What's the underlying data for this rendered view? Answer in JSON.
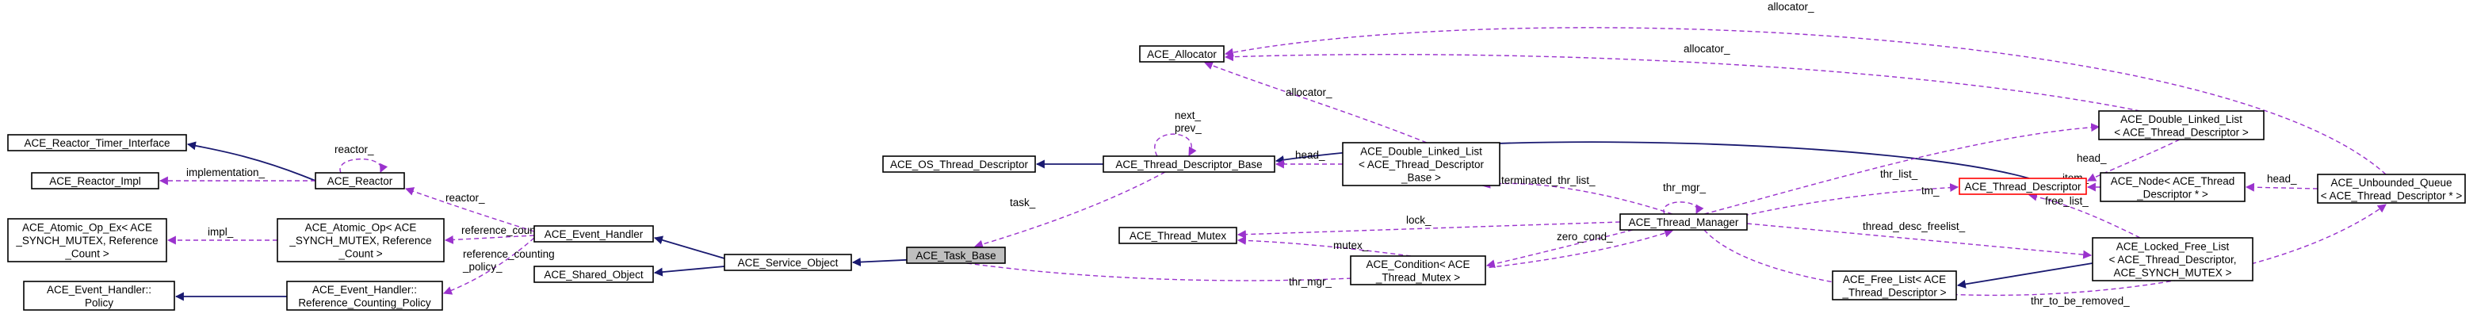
{
  "colors": {
    "inheritance_edge": "#191970",
    "usage_edge": "#9a32cd",
    "focus_node_fill": "#bfbfbf",
    "highlight_border": "#ff0000",
    "node_border": "#000000"
  },
  "nodes": {
    "task_base": [
      "ACE_Task_Base"
    ],
    "service_object": [
      "ACE_Service_Object"
    ],
    "event_handler": [
      "ACE_Event_Handler"
    ],
    "shared_object": [
      "ACE_Shared_Object"
    ],
    "reactor": [
      "ACE_Reactor"
    ],
    "reactor_timer_interface": [
      "ACE_Reactor_Timer_Interface"
    ],
    "reactor_impl": [
      "ACE_Reactor_Impl"
    ],
    "atomic_op": [
      "ACE_Atomic_Op< ACE",
      "_SYNCH_MUTEX, Reference",
      "_Count >"
    ],
    "atomic_op_ex": [
      "ACE_Atomic_Op_Ex< ACE",
      "_SYNCH_MUTEX, Reference",
      "_Count >"
    ],
    "ref_counting_policy": [
      "ACE_Event_Handler::",
      "Reference_Counting_Policy"
    ],
    "policy": [
      "ACE_Event_Handler::",
      "Policy"
    ],
    "os_thread_descriptor": [
      "ACE_OS_Thread_Descriptor"
    ],
    "thread_descriptor_base": [
      "ACE_Thread_Descriptor_Base"
    ],
    "allocator": [
      "ACE_Allocator"
    ],
    "dll_thread_descriptor_base": [
      "ACE_Double_Linked_List",
      "< ACE_Thread_Descriptor",
      "_Base >"
    ],
    "thread_mutex": [
      "ACE_Thread_Mutex"
    ],
    "condition": [
      "ACE_Condition< ACE",
      "_Thread_Mutex >"
    ],
    "thread_manager": [
      "ACE_Thread_Manager"
    ],
    "free_list": [
      "ACE_Free_List< ACE",
      "_Thread_Descriptor >"
    ],
    "thread_descriptor": [
      "ACE_Thread_Descriptor"
    ],
    "dll_thread_descriptor": [
      "ACE_Double_Linked_List",
      "< ACE_Thread_Descriptor >"
    ],
    "node_thread_descriptor": [
      "ACE_Node< ACE_Thread",
      "_Descriptor * >"
    ],
    "locked_free_list": [
      "ACE_Locked_Free_List",
      "< ACE_Thread_Descriptor,",
      "ACE_SYNCH_MUTEX >"
    ],
    "unbounded_queue": [
      "ACE_Unbounded_Queue",
      "< ACE_Thread_Descriptor * >"
    ]
  },
  "edge_labels": {
    "reactor_self": "reactor_",
    "implementation": "implementation_",
    "reactor_to_handler": "reactor_",
    "impl": "impl_",
    "reference_count": "reference_count_",
    "reference_counting_policy": "reference_counting\n_policy_",
    "next_prev": "next_\nprev_",
    "head_dll_base": "head_",
    "task": "task_",
    "allocator_dll_base": "allocator_",
    "allocator_top": "allocator_",
    "allocator_dll": "allocator_",
    "terminated_thr_list": "terminated_thr_list_",
    "thr_mgr_self": "thr_mgr_",
    "lock": "lock_",
    "mutex": "mutex_",
    "zero_cond": "zero_cond_",
    "thr_mgr_task": "thr_mgr_",
    "thr_list": "thr_list_",
    "tm": "tm_",
    "head_dll": "head_",
    "item": "item_",
    "head_queue": "head_",
    "free_list_label": "free_list_",
    "thread_desc_freelist": "thread_desc_freelist_",
    "thr_to_be_removed": "thr_to_be_removed_"
  }
}
